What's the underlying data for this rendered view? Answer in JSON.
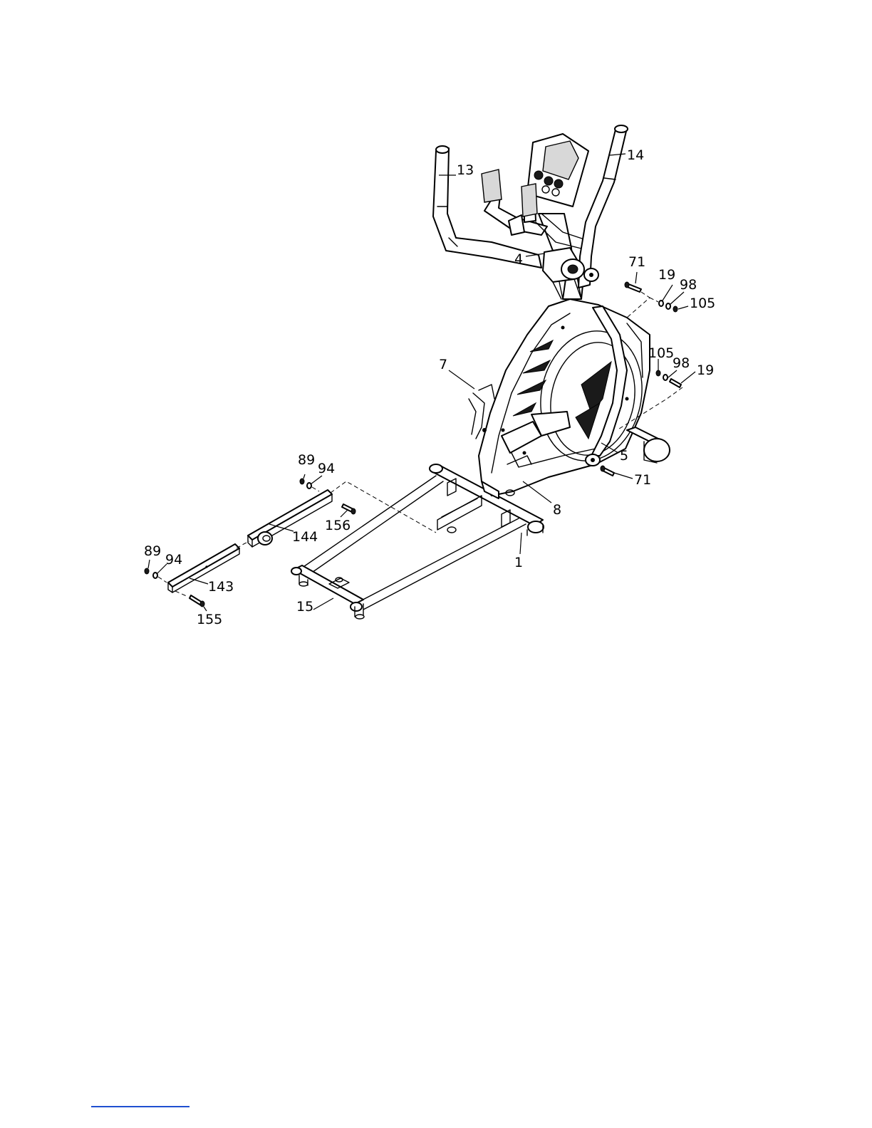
{
  "part_labels": {
    "p13": "13",
    "p14": "14",
    "p4": "4",
    "p71_top": "71",
    "p19_top": "19",
    "p98_top": "98",
    "p105_top": "105",
    "p105_mid": "105",
    "p98_mid": "98",
    "p19_mid": "19",
    "p7": "7",
    "p5": "5",
    "p71_bottom": "71",
    "p8": "8",
    "p89_upper": "89",
    "p94_upper": "94",
    "p156": "156",
    "p144": "144",
    "p1": "1",
    "p89_lower": "89",
    "p94_lower": "94",
    "p143": "143",
    "p15": "15",
    "p155": "155"
  },
  "colors": {
    "line": "#000000",
    "background": "#ffffff",
    "footer_link": "#1f4fd0"
  }
}
